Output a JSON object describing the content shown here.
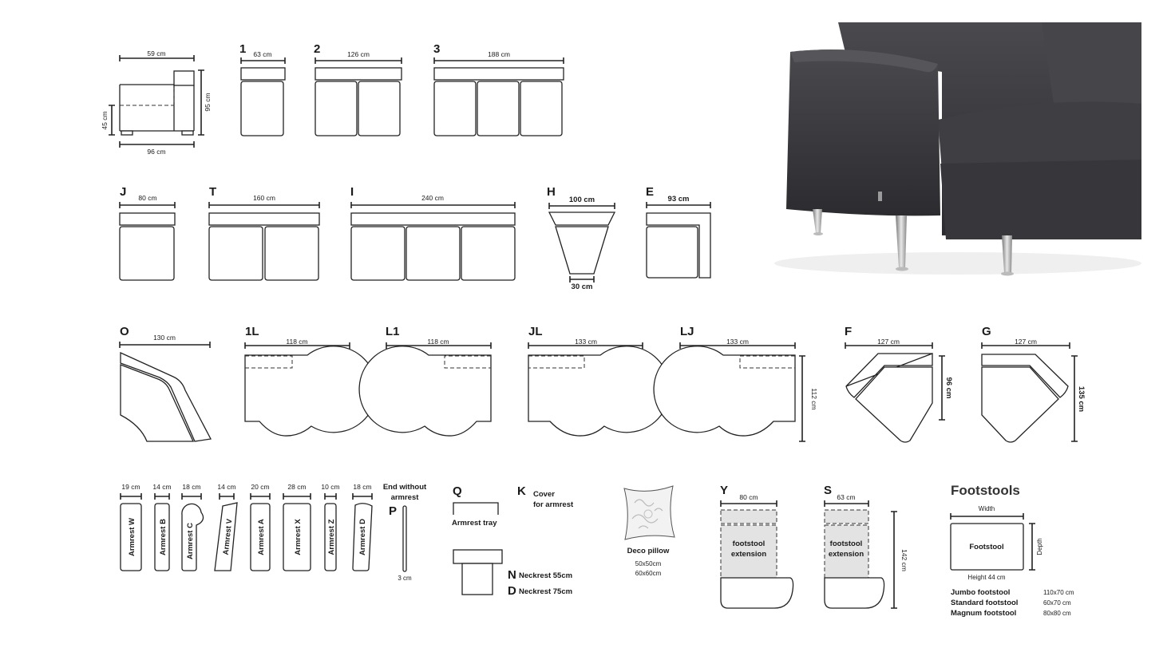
{
  "side_view": {
    "top": "59 cm",
    "height": "95 cm",
    "seat": "45 cm",
    "bottom": "96 cm"
  },
  "row1": [
    {
      "label": "1",
      "dim": "63 cm"
    },
    {
      "label": "2",
      "dim": "126 cm"
    },
    {
      "label": "3",
      "dim": "188 cm"
    }
  ],
  "row2": [
    {
      "label": "J",
      "dim": "80 cm"
    },
    {
      "label": "T",
      "dim": "160 cm"
    },
    {
      "label": "I",
      "dim": "240 cm"
    },
    {
      "label": "H",
      "dim": "100 cm",
      "dim2": "30 cm"
    },
    {
      "label": "E",
      "dim": "93 cm"
    }
  ],
  "row3": [
    {
      "label": "O",
      "dim": "130 cm"
    },
    {
      "label": "1L",
      "dim": "118 cm"
    },
    {
      "label": "L1",
      "dim": "118 cm"
    },
    {
      "label": "JL",
      "dim": "133 cm"
    },
    {
      "label": "LJ",
      "dim": "133 cm",
      "side": "112 cm"
    },
    {
      "label": "F",
      "dim": "127 cm",
      "side": "96 cm"
    },
    {
      "label": "G",
      "dim": "127 cm",
      "side": "135 cm"
    }
  ],
  "armrests": [
    {
      "name": "Armrest W",
      "dim": "19 cm"
    },
    {
      "name": "Armrest B",
      "dim": "14 cm"
    },
    {
      "name": "Armrest C",
      "dim": "18 cm"
    },
    {
      "name": "Armrest V",
      "dim": "14 cm"
    },
    {
      "name": "Armrest A",
      "dim": "20 cm"
    },
    {
      "name": "Armrest X",
      "dim": "28 cm"
    },
    {
      "name": "Armrest Z",
      "dim": "10 cm"
    },
    {
      "name": "Armrest D",
      "dim": "18 cm"
    }
  ],
  "end_without": {
    "line1": "End without",
    "line2": "armrest",
    "label": "P",
    "dim": "3 cm"
  },
  "tray": {
    "label": "Q",
    "caption": "Armrest tray"
  },
  "cover": {
    "label": "K",
    "line1": "Cover",
    "line2": "for armrest"
  },
  "neckrest": {
    "n_label": "N",
    "n_text": "Neckrest 55cm",
    "d_label": "D",
    "d_text": "Neckrest 75cm"
  },
  "pillow": {
    "title": "Deco pillow",
    "size1": "50x50cm",
    "size2": "60x60cm"
  },
  "y_module": {
    "label": "Y",
    "dim": "80 cm",
    "ext1": "footstool",
    "ext2": "extension"
  },
  "s_module": {
    "label": "S",
    "dim": "63 cm",
    "ext1": "footstool",
    "ext2": "extension",
    "side": "142 cm"
  },
  "footstools": {
    "title": "Footstools",
    "width": "Width",
    "depth": "Depth",
    "box": "Footstool",
    "height": "Height 44 cm",
    "items": [
      {
        "name": "Jumbo footstool",
        "size": "110x70 cm"
      },
      {
        "name": "Standard footstool",
        "size": "60x70 cm"
      },
      {
        "name": "Magnum footstool",
        "size": "80x80 cm"
      }
    ]
  },
  "colors": {
    "line": "#222222",
    "fabric": "#3a3a3d",
    "extension_fill": "#e3e3e3"
  }
}
